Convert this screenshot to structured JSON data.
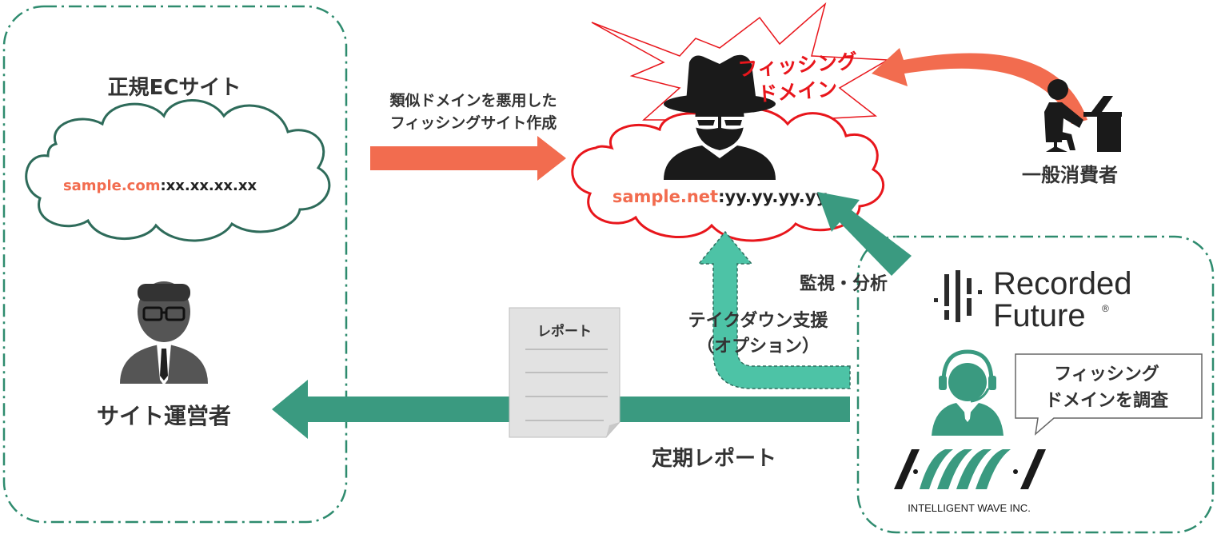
{
  "left_panel": {
    "title": "正規ECサイト",
    "domain_highlight": "sample.com",
    "domain_rest": ":xx.xx.xx.xx",
    "operator_label": "サイト運営者"
  },
  "phishing": {
    "burst_line1": "フィッシング",
    "burst_line2": "ドメイン",
    "domain_highlight": "sample.net",
    "domain_rest": ":yy.yy.yy.yy"
  },
  "arrows": {
    "create_line1": "類似ドメインを悪用した",
    "create_line2": "フィッシングサイト作成",
    "monitor": "監視・分析",
    "takedown_line1": "テイクダウン支援",
    "takedown_line2": "（オプション）",
    "report": "定期レポート"
  },
  "report_doc": {
    "label": "レポート"
  },
  "consumer": {
    "label": "一般消費者"
  },
  "right_panel": {
    "rf_line1": "Recorded",
    "rf_line2": "Future",
    "rf_mark": "®",
    "bubble_line1": "フィッシング",
    "bubble_line2": "ドメインを調査",
    "iwi_name": "INTELLIGENT WAVE INC."
  },
  "colors": {
    "panel_border": "#2e8b6e",
    "cloud_green": "#2e6b5a",
    "cloud_red": "#e8161c",
    "orange": "#f26c4f",
    "teal_dark": "#3a9a80",
    "teal_light": "#4dc3a6",
    "red_text": "#e8161c",
    "dark_icon": "#1a1a1a"
  }
}
